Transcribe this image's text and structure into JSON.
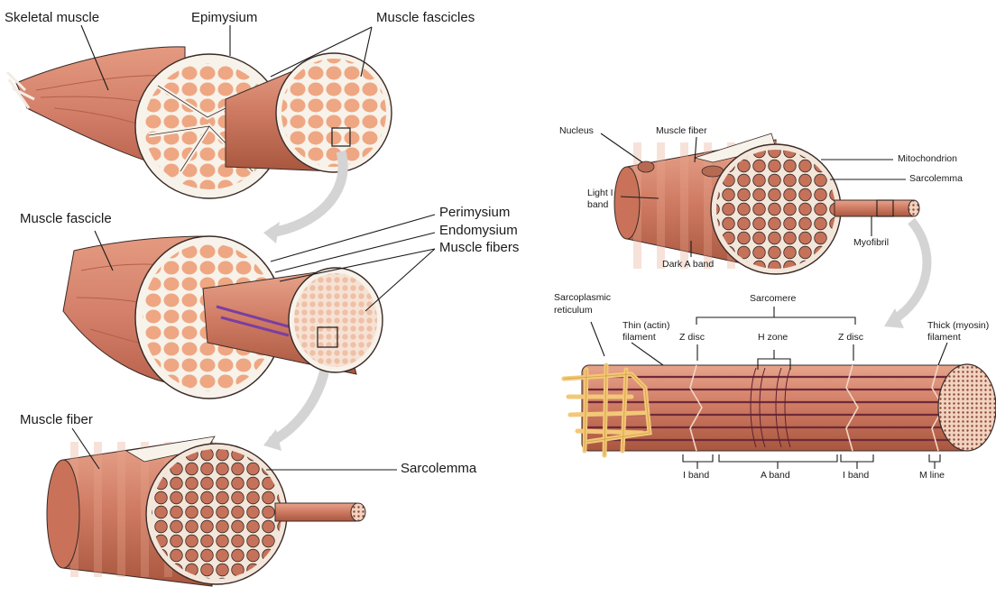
{
  "colors": {
    "muscle": "#d98a72",
    "muscle_dark": "#b86550",
    "fascicle_fill": "#eea782",
    "fiber_fill": "#c87358",
    "connective": "#f7f2ea",
    "sarcoplasmic": "#f3c878",
    "outline": "#3a2a26",
    "arrow": "#cfcfcf",
    "leader": "#1a1a1a"
  },
  "left": {
    "skeletal_muscle": "Skeletal muscle",
    "epimysium": "Epimysium",
    "muscle_fascicles": "Muscle fascicles",
    "muscle_fascicle": "Muscle fascicle",
    "perimysium": "Perimysium",
    "endomysium": "Endomysium",
    "muscle_fibers": "Muscle fibers",
    "muscle_fiber": "Muscle fiber",
    "sarcolemma": "Sarcolemma"
  },
  "right": {
    "nucleus": "Nucleus",
    "muscle_fiber": "Muscle fiber",
    "mitochondrion": "Mitochondrion",
    "sarcolemma": "Sarcolemma",
    "light_i_band_1": "Light I",
    "light_i_band_2": "band",
    "myofibril": "Myofibril",
    "dark_a_band": "Dark A band",
    "sarcoplasmic_1": "Sarcoplasmic",
    "sarcoplasmic_2": "reticulum",
    "sarcomere": "Sarcomere",
    "thin_1": "Thin (actin)",
    "thin_2": "filament",
    "z_disc_left": "Z disc",
    "h_zone": "H zone",
    "z_disc_right": "Z disc",
    "thick_1": "Thick (myosin)",
    "thick_2": "filament",
    "i_band_left": "I band",
    "a_band": "A band",
    "i_band_right": "I band",
    "m_line": "M line"
  }
}
